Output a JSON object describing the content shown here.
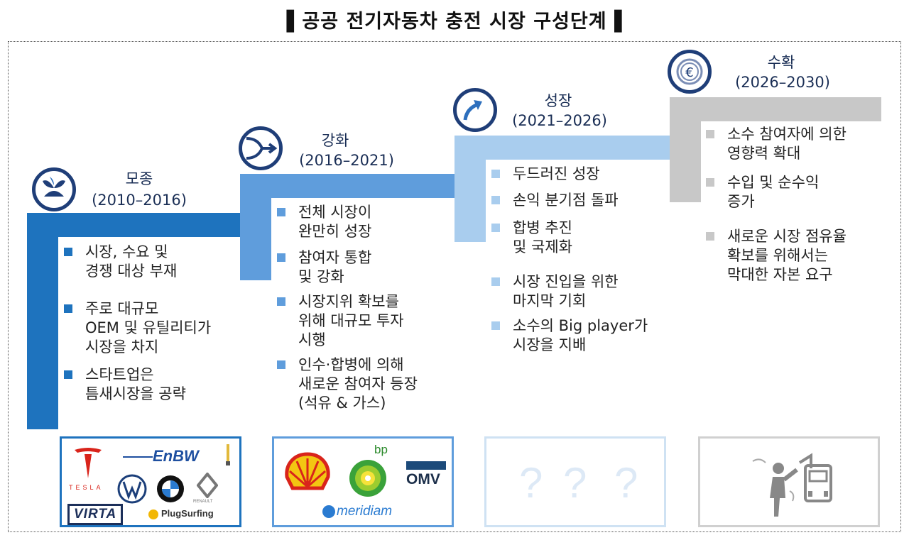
{
  "title": "▌공공 전기자동차 충전 시장 구성단계▐",
  "stages": [
    {
      "name": "모종",
      "years": "(2010–2016)",
      "bullets": [
        "시장, 수요 및\n경쟁 대상 부재",
        "주로 대규모\nOEM 및 유틸리티가\n시장을 차지",
        "스타트업은\n틈새시장을 공략"
      ],
      "icon": "plant-icon",
      "color": "#1e73be"
    },
    {
      "name": "강화",
      "years": "(2016–2021)",
      "bullets": [
        "전체 시장이\n완만히 성장",
        "참여자 통합\n및 강화",
        "시장지위 확보를\n위해 대규모 투자\n시행",
        "인수·합병에 의해\n새로운 참여자 등장\n(석유 & 가스)"
      ],
      "icon": "merge-arrow-icon",
      "color": "#5f9ddc"
    },
    {
      "name": "성장",
      "years": "(2021–2026)",
      "bullets": [
        "두드러진 성장",
        "손익 분기점 돌파",
        "합병 추진\n및 국제화",
        "시장 진입을 위한\n마지막 기회",
        "소수의 Big player가\n시장을 지배"
      ],
      "icon": "growth-arrow-icon",
      "color": "#a9cdee"
    },
    {
      "name": "수확",
      "years": "(2026–2030)",
      "bullets": [
        "소수 참여자에 의한\n영향력 확대",
        "수입 및 순수익\n증가",
        "새로운 시장 점유율\n확보를 위해서는\n막대한 자본 요구"
      ],
      "icon": "euro-coin-icon",
      "color": "#c8c8c8"
    }
  ],
  "logos": {
    "box1": [
      "TESLA",
      "EnBW",
      "VIRTA",
      "PlugSurfing",
      "RENAULT"
    ],
    "box2": [
      "bp",
      "OMV",
      "meridiam"
    ],
    "box3": [
      "?",
      "?",
      "?"
    ]
  }
}
